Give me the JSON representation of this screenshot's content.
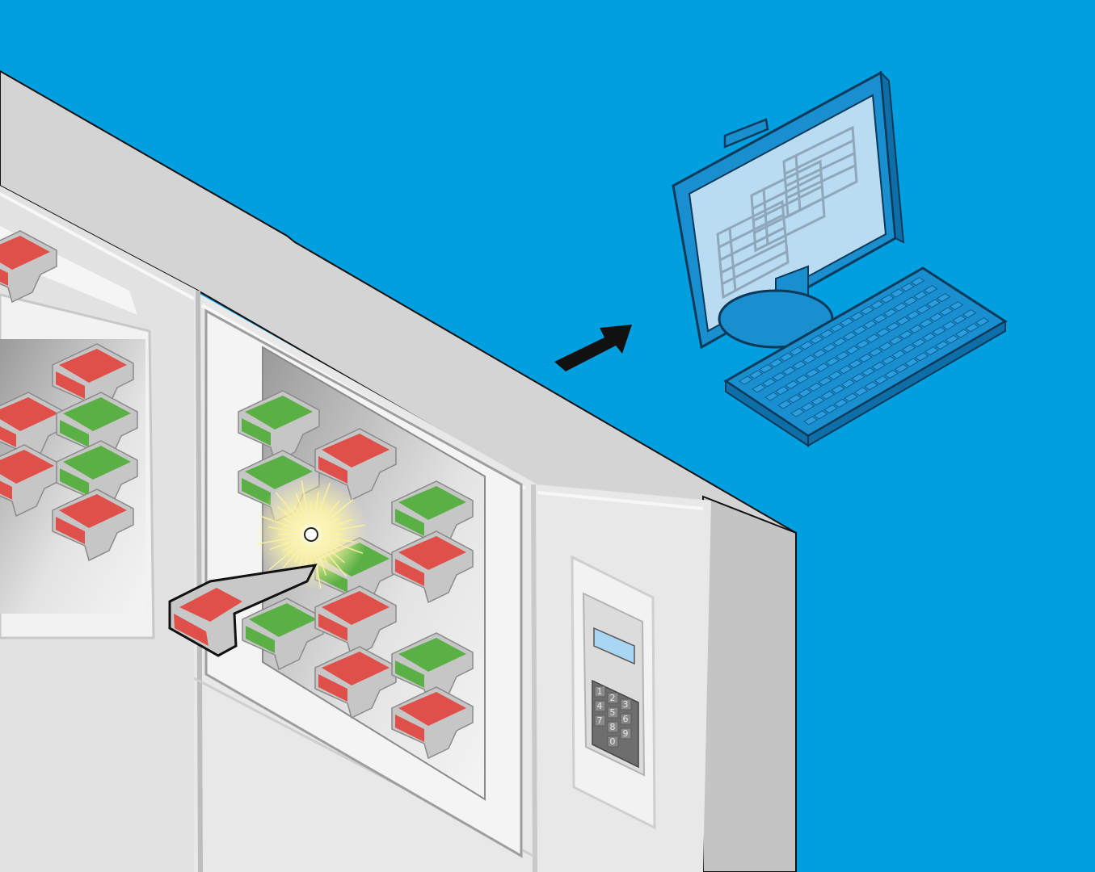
{
  "colors": {
    "background": "#00a0e0",
    "cabinet": "#e6e6e6",
    "cabinet_top": "#d2d2d2",
    "cabinet_side": "#bdbdbd",
    "key_red": "#e0504a",
    "key_green": "#5bb045",
    "computer": "#1a8fd0",
    "screen": "#b9dcf2",
    "outline": "#111111"
  },
  "icons": [
    "key-cabinet",
    "key-slot-red",
    "key-slot-green",
    "selected-key",
    "arrow-icon",
    "computer-monitor",
    "keyboard",
    "keypad"
  ],
  "keypad": {
    "digits": [
      "1",
      "2",
      "3",
      "4",
      "5",
      "6",
      "7",
      "8",
      "9",
      "0"
    ]
  }
}
